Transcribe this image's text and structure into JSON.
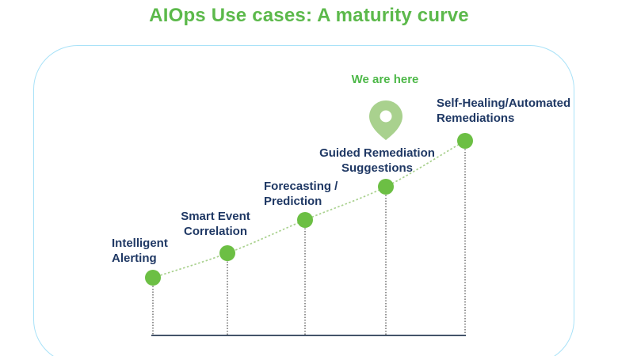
{
  "title": "AIOps Use cases: A maturity curve",
  "marker": {
    "label": "We are here",
    "icon": "location-pin-icon"
  },
  "stages": [
    {
      "name": "Intelligent Alerting",
      "line1": "Intelligent",
      "line2": "Alerting"
    },
    {
      "name": "Smart Event Correlation",
      "line1": "Smart Event",
      "line2": "Correlation"
    },
    {
      "name": "Forecasting / Prediction",
      "line1": "Forecasting /",
      "line2": "Prediction"
    },
    {
      "name": "Guided Remediation Suggestions",
      "line1": "Guided Remediation",
      "line2": "Suggestions"
    },
    {
      "name": "Self-Healing/Automated Remediations",
      "line1": "Self-Healing/Automated",
      "line2": "Remediations"
    }
  ],
  "colors": {
    "title_green": "#5CB94B",
    "here_green": "#4DB848",
    "dot_green": "#6CBF44",
    "pin_green": "#A9D18E",
    "curve_green": "#A9D18E",
    "label_navy": "#1F3864",
    "guide_gray": "#595959",
    "baseline_slate": "#44546A",
    "frame_blue": "#A9E2F8"
  }
}
